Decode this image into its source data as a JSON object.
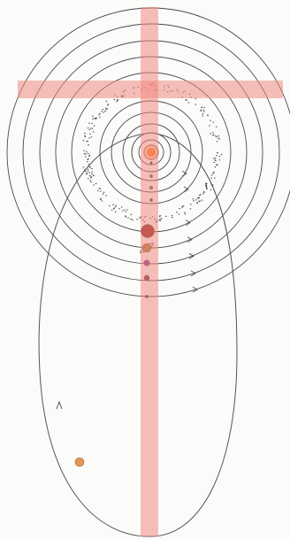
{
  "diagram": {
    "cross_color": "#f08a80",
    "cross_opacity": 0.55,
    "orbit_color": "#4a4a4a",
    "ellipse_color": "#555555",
    "sun_color": "#ff7a2a",
    "asteroid_belt_color": "#444444",
    "planets": [
      {
        "name": "mercury",
        "color": "#333333"
      },
      {
        "name": "venus",
        "color": "#555555"
      },
      {
        "name": "earth",
        "color": "#666666"
      },
      {
        "name": "mars",
        "color": "#444444"
      },
      {
        "name": "jupiter",
        "color": "#8b1f1a"
      },
      {
        "name": "saturn",
        "color": "#c07a3a"
      },
      {
        "name": "uranus",
        "color": "#9a2a8a"
      },
      {
        "name": "neptune",
        "color": "#7a2a40"
      },
      {
        "name": "pluto",
        "color": "#333333"
      }
    ],
    "comet_color": "#e2955a"
  }
}
